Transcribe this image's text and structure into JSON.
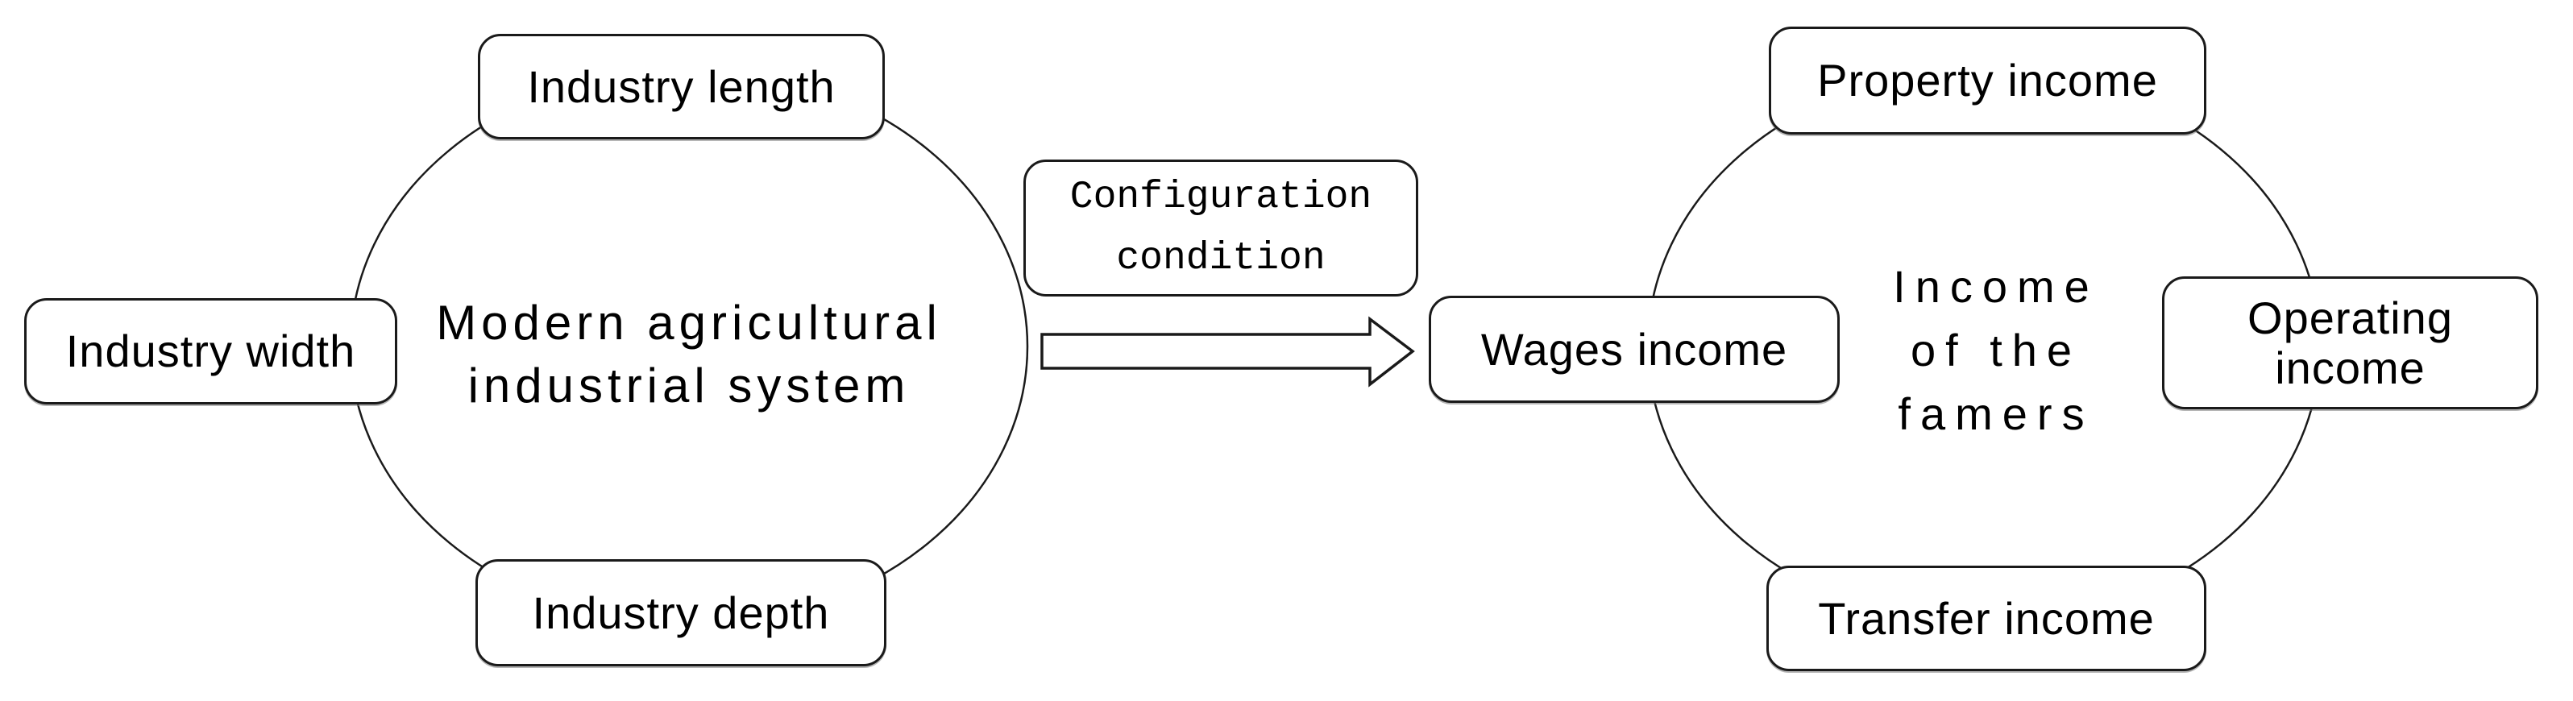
{
  "canvas": {
    "background_color": "#ffffff",
    "line_color": "#1a1a1a",
    "text_color": "#000000"
  },
  "left_circle": {
    "title_lines": [
      "Modern agricultural",
      "industrial system"
    ],
    "top_box": "Industry length",
    "left_box": "Industry width",
    "bottom_box": "Industry depth"
  },
  "connector": {
    "condition_lines": [
      "Configuration",
      "condition"
    ],
    "arrow_icon": "right-block-arrow"
  },
  "right_circle": {
    "title_lines": [
      "Income",
      "of the",
      "famers"
    ],
    "top_box": "Property income",
    "left_box": "Wages income",
    "right_box_lines": [
      "Operating",
      "income"
    ],
    "bottom_box": "Transfer income"
  }
}
